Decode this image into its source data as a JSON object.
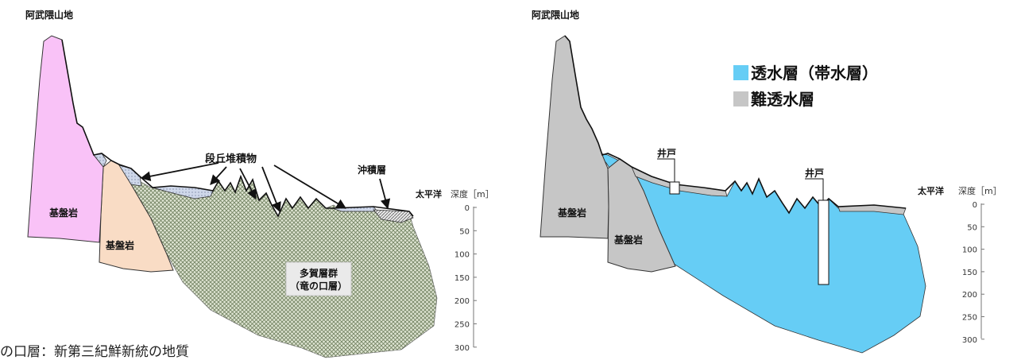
{
  "left": {
    "region": "阿武隈山地",
    "bedrock1": "基盤岩",
    "bedrock2": "基盤岩",
    "terrace": "段丘堆積物",
    "alluvium": "沖積層",
    "taga_line1": "多賀層群",
    "taga_line2": "（竜の口層）",
    "sea": "太平洋",
    "depth_label": "深度［m］",
    "caption": "の口層：新第三紀鮮新統の地質"
  },
  "right": {
    "region": "阿武隈山地",
    "legend_aquifer": "透水層（帯水層）",
    "legend_aquitard": "難透水層",
    "bedrock1": "基盤岩",
    "bedrock2": "基盤岩",
    "well1": "井戸",
    "well2": "井戸",
    "sea": "太平洋",
    "depth_label": "深度［m］"
  },
  "depth_ticks": [
    "0",
    "50",
    "100",
    "150",
    "200",
    "250",
    "300"
  ],
  "colors": {
    "bedrock_pink": "#f9c2f7",
    "bedrock_peach": "#f9dcc5",
    "taga_hatch": "#9aaa88",
    "terrace_fill": "#d4dbe9",
    "aquifer": "#66cdf5",
    "aquitard": "#c6c6c6"
  }
}
